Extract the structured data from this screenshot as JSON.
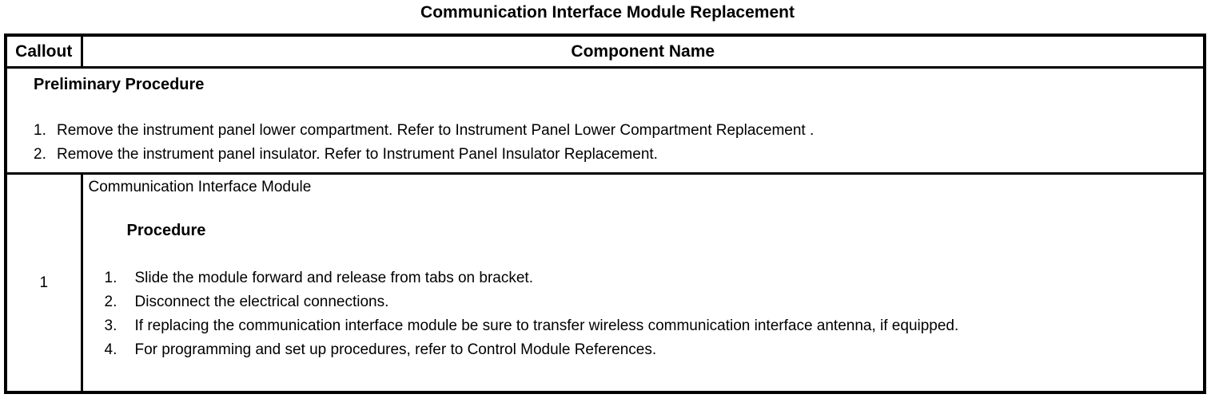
{
  "page_title": "Communication Interface Module Replacement",
  "table": {
    "header": {
      "callout": "Callout",
      "component": "Component Name"
    },
    "preliminary": {
      "heading": "Preliminary Procedure",
      "steps": [
        {
          "num": "1.",
          "text": "Remove the instrument panel lower compartment. Refer to Instrument Panel Lower Compartment Replacement ."
        },
        {
          "num": "2.",
          "text": "Remove the instrument panel insulator. Refer to Instrument Panel Insulator Replacement."
        }
      ]
    },
    "rows": [
      {
        "callout": "1",
        "component": "Communication Interface Module",
        "procedure_heading": "Procedure",
        "steps": [
          {
            "num": "1.",
            "text": "Slide the module forward and release from tabs on bracket."
          },
          {
            "num": "2.",
            "text": "Disconnect the electrical connections."
          },
          {
            "num": "3.",
            "text": "If replacing the communication interface module be sure to transfer wireless communication interface antenna, if equipped."
          },
          {
            "num": "4.",
            "text": "For programming and set up procedures, refer to Control Module References."
          }
        ]
      }
    ]
  },
  "colors": {
    "text": "#000000",
    "background": "#ffffff",
    "border": "#000000"
  }
}
